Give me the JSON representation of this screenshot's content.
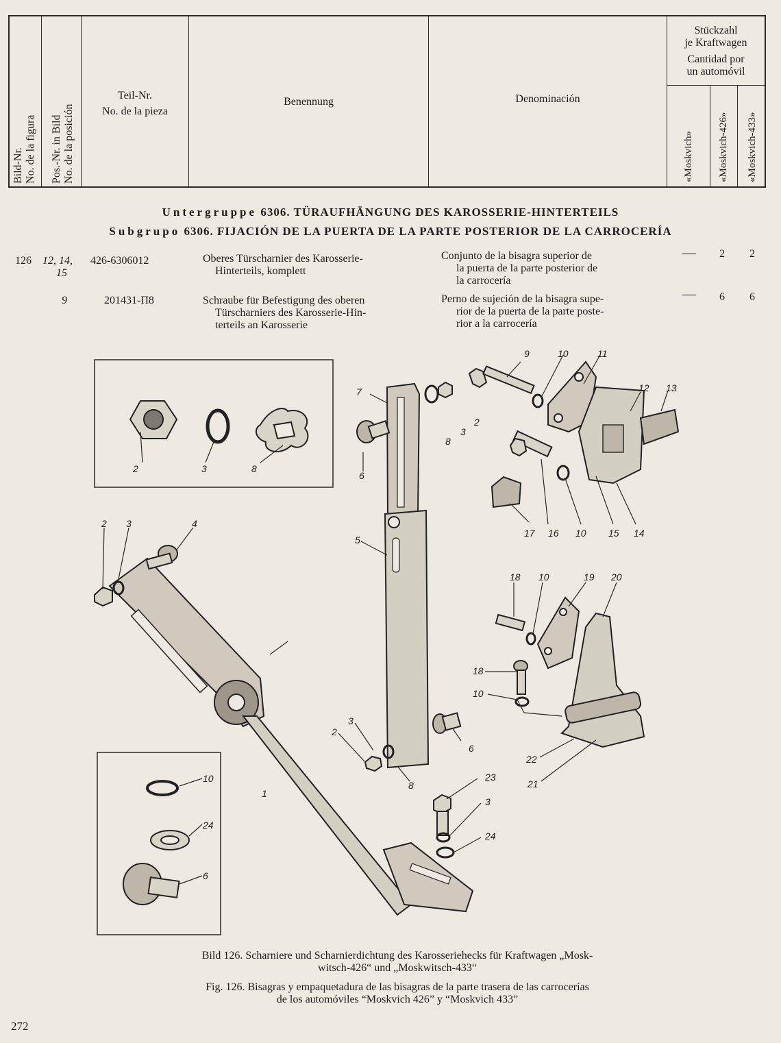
{
  "header": {
    "fig_no": [
      "Bild-Nr.",
      "No. de la figura"
    ],
    "pos_no": [
      "Pos.-Nr. in Bild",
      "No. de la posición"
    ],
    "part_no": [
      "Teil-Nr.",
      "No. de la pieza"
    ],
    "benennung": "Benennung",
    "denominacion": "Denominación",
    "qty_title": [
      "Stückzahl",
      "je Kraftwagen",
      "Cantidad por",
      "un automóvil"
    ],
    "models": [
      "«Moskvich»",
      "«Moskvich-426»",
      "«Moskvich-433»"
    ]
  },
  "subgroup": {
    "de_prefix": "Untergruppe",
    "de_title": "6306. TÜRAUFHÄNGUNG DES KAROSSERIE-HINTERTEILS",
    "es_prefix": "Subgrupo",
    "es_title": "6306. FIJACIÓN DE LA PUERTA DE LA PARTE POSTERIOR DE LA CARROCERÍA"
  },
  "rows": [
    {
      "fig": "126",
      "pos": "12, 14,",
      "pos2": "15",
      "part": "426-6306012",
      "de": [
        "Oberes Türscharnier des Karosserie-",
        "Hinterteils, komplett"
      ],
      "es": [
        "Conjunto de la bisagra superior de",
        "la puerta de la parte posterior de",
        "la carrocería"
      ],
      "q1": "—",
      "q2": "2",
      "q3": "2"
    },
    {
      "fig": "",
      "pos": "9",
      "pos2": "",
      "part": "201431-П8",
      "de": [
        "Schraube für Befestigung des oberen",
        "Türscharniers des Karosserie-Hin-",
        "terteils an Karosserie"
      ],
      "es": [
        "Perno de sujeción de la bisagra supe-",
        "rior de la puerta de la parte poste-",
        "rior a la carrocería"
      ],
      "q1": "—",
      "q2": "6",
      "q3": "6"
    }
  ],
  "figure_labels": {
    "inset1": [
      "2",
      "3",
      "8"
    ],
    "main": [
      "2",
      "3",
      "4",
      "1",
      "7",
      "6",
      "5",
      "8",
      "3",
      "2",
      "9",
      "10",
      "11",
      "12",
      "13",
      "16",
      "10",
      "15",
      "14",
      "17",
      "18",
      "10",
      "19",
      "20",
      "18",
      "10",
      "22",
      "21",
      "23",
      "3",
      "24",
      "3",
      "2",
      "8",
      "6"
    ],
    "inset2": [
      "10",
      "24",
      "6"
    ]
  },
  "caption": {
    "de": [
      "Bild 126. Scharniere und Scharnierdichtung des Karosseriehecks für Kraftwagen „Mosk-",
      "witsch-426“ und „Moskwitsch-433“"
    ],
    "es": [
      "Fig. 126. Bisagras y empaquetadura de las bisagras de la parte trasera de las carrocerías",
      "de los automóviles “Moskvich 426” y “Moskvich 433”"
    ]
  },
  "page_number": "272"
}
